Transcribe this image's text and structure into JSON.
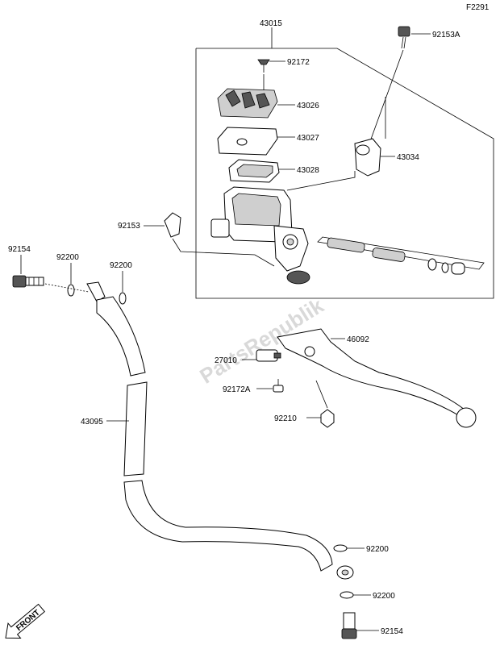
{
  "figure_code": "F2291",
  "watermark": "PartsRepublik",
  "front_label": "FRONT",
  "callouts": {
    "p43015": "43015",
    "p92153A": "92153A",
    "p92172": "92172",
    "p43026": "43026",
    "p43027": "43027",
    "p43028": "43028",
    "p43034": "43034",
    "p92153": "92153",
    "p92154_top": "92154",
    "p92200_a": "92200",
    "p92200_b": "92200",
    "p46092": "46092",
    "p27010": "27010",
    "p92172A": "92172A",
    "p92210": "92210",
    "p43095": "43095",
    "p92200_c": "92200",
    "p92200_d": "92200",
    "p92154_bottom": "92154"
  }
}
